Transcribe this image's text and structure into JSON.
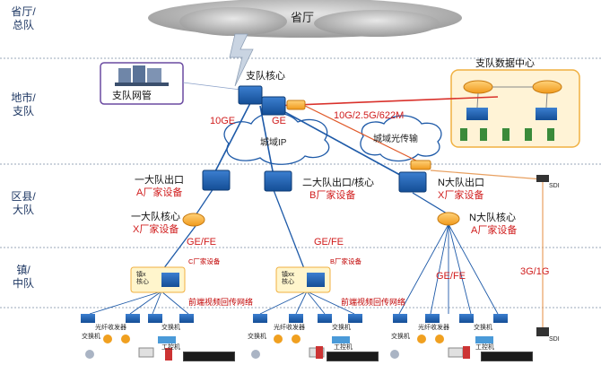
{
  "tiers": [
    {
      "id": "province",
      "label": "省厅/\n总队"
    },
    {
      "id": "city",
      "label": "地市/\n支队"
    },
    {
      "id": "county",
      "label": "区县/\n大队"
    },
    {
      "id": "town",
      "label": "镇/\n中队"
    }
  ],
  "province_cloud": "省厅",
  "nodes": {
    "zhidui_core": "支队核心",
    "zhidui_mgmt": "支队网管",
    "data_center": "支队数据中心",
    "metro_ip": "城域IP",
    "metro_optical": "城域光传输",
    "d1_exit": "一大队出口",
    "d1_vendor": "A厂家设备",
    "d1_core": "一大队核心",
    "d1_core_vendor": "X厂家设备",
    "d2_exit": "二大队出口/核心",
    "d2_vendor": "B厂家设备",
    "dn_exit": "N大队出口",
    "dn_vendor": "X厂家设备",
    "dn_core": "N大队核心",
    "dn_core_vendor": "A厂家设备",
    "town1_core": "镇x\n核心",
    "town1_vendor": "C厂家设备",
    "town2_core": "镇xx\n核心",
    "town2_vendor": "B厂家设备",
    "sdi_top": "SDI",
    "sdi_bottom": "SDI"
  },
  "links": {
    "link_10ge": "10GE",
    "link_ge": "GE",
    "link_optical": "10G/2.5G/622M",
    "link_gefe_1": "GE/FE",
    "link_gefe_2": "GE/FE",
    "link_gefe_n": "GE/FE",
    "link_3g": "3G/1G"
  },
  "frontend_label": "前端视频回传网络",
  "edge_labels": {
    "switch": "交换机",
    "fiber_transceiver": "光纤收发器",
    "ipc": "工控机"
  },
  "colors": {
    "tier_text": "#1f3864",
    "link_red": "#d9312b",
    "link_blue": "#1e5aa8",
    "link_orange": "#e8a060",
    "tier_divider": "#9aa7b8"
  }
}
